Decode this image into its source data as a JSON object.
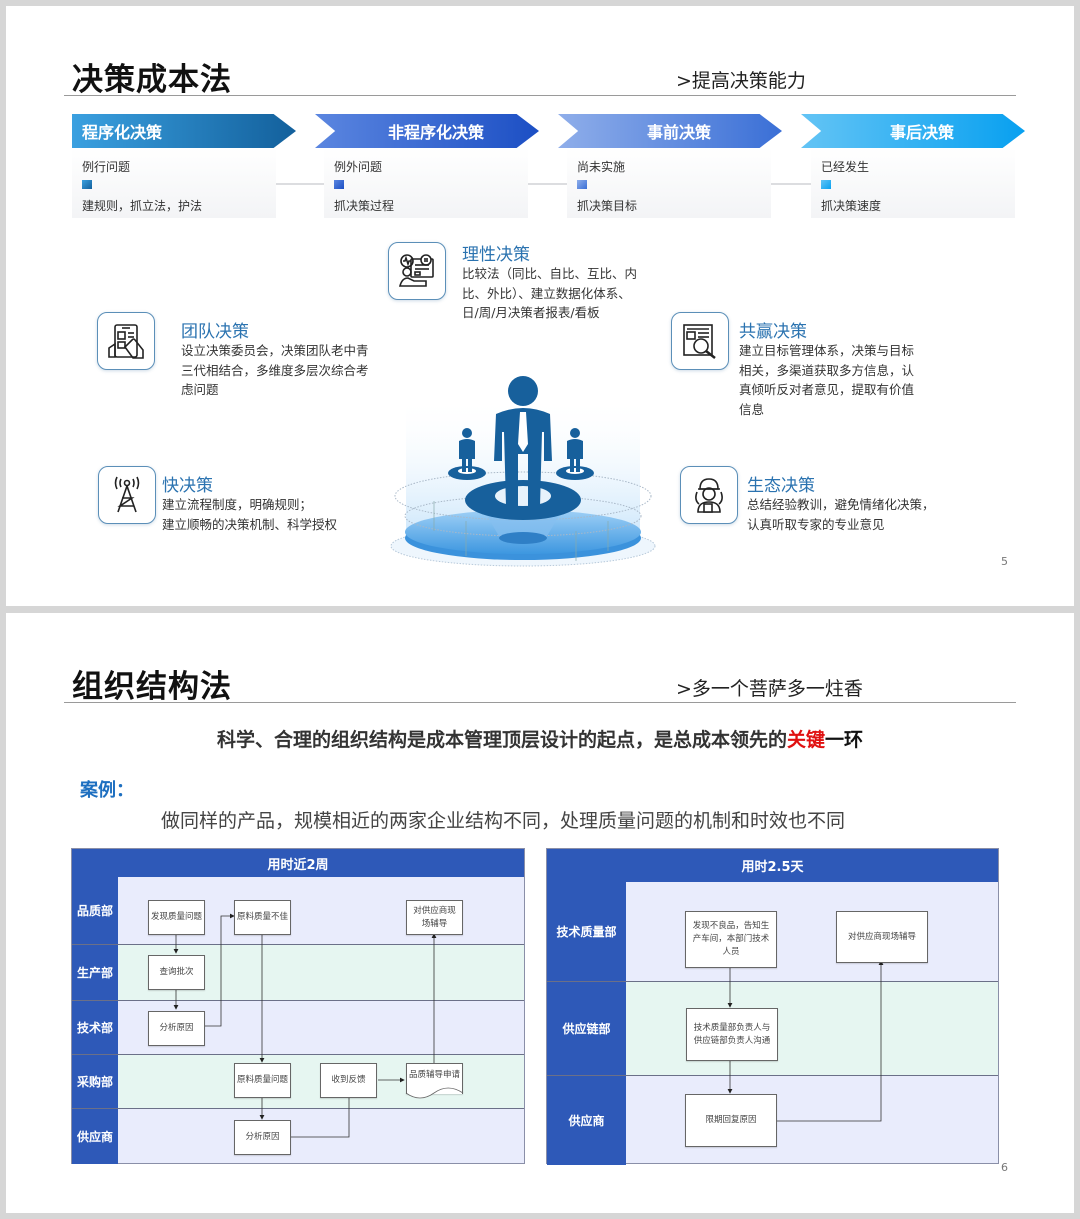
{
  "slide5": {
    "title": "决策成本法",
    "subtitle": ">提高决策能力",
    "page_number": "5",
    "categories": [
      {
        "label": "程序化决策",
        "top": "例行问题",
        "bottom": "建规则，抓立法，护法",
        "color_from": "#3aa0e0",
        "color_to": "#13609c"
      },
      {
        "label": "非程序化决策",
        "top": "例外问题",
        "bottom": "抓决策过程",
        "color_from": "#5b86e0",
        "color_to": "#1c4fc4"
      },
      {
        "label": "事前决策",
        "top": "尚未实施",
        "bottom": "抓决策目标",
        "color_from": "#8faeea",
        "color_to": "#3a6fd6"
      },
      {
        "label": "事后决策",
        "top": "已经发生",
        "bottom": "抓决策速度",
        "color_from": "#63c4f5",
        "color_to": "#08a0f0"
      }
    ],
    "features": {
      "rational": {
        "title": "理性决策",
        "icon": "data-analyst-icon",
        "text": [
          "比较法（同比、自比、互比、内",
          "比、外比）、建立数据化体系、",
          "日/周/月决策者报表/看板"
        ]
      },
      "team": {
        "title": "团队决策",
        "icon": "tablet-touch-icon",
        "text": [
          "设立决策委员会，决策团队老中青",
          "三代相结合，多维度多层次综合考",
          "虑问题"
        ]
      },
      "winwin": {
        "title": "共赢决策",
        "icon": "document-search-icon",
        "text": [
          "建立目标管理体系，决策与目标",
          "相关，多渠道获取多方信息，认",
          "真倾听反对者意见，提取有价值",
          "信息"
        ]
      },
      "fast": {
        "title": "快决策",
        "icon": "signal-tower-icon",
        "text": [
          "建立流程制度，明确规则；",
          "建立顺畅的决策机制、科学授权"
        ]
      },
      "eco": {
        "title": "生态决策",
        "icon": "expert-worker-icon",
        "text": [
          "总结经验教训，避免情绪化决策，",
          "认真听取专家的专业意见"
        ]
      }
    }
  },
  "slide6": {
    "title": "组织结构法",
    "subtitle": ">多一个菩萨多一炷香",
    "page_number": "6",
    "lead_parts": {
      "main": "科学、合理的组织结构是成本管理顶层设计的起点，是总成本领先的",
      "highlight": "关键",
      "tail": "一环"
    },
    "case_label": "案例：",
    "case_text": "做同样的产品，规模相近的两家企业结构不同，处理质量问题的机制和时效也不同",
    "flow_left": {
      "header": "用时近2周",
      "lanes": [
        "品质部",
        "生产部",
        "技术部",
        "采购部",
        "供应商"
      ],
      "boxes": {
        "find_issue": "发现质量问题",
        "bad_material": "原料质量不佳",
        "onsite_guide": "对供应商现场辅导",
        "check_batch": "查询批次",
        "analyze_tech": "分析原因",
        "material_issue": "原料质量问题",
        "feedback": "收到反馈",
        "guide_request": "品质辅导申请",
        "analyze_supplier": "分析原因"
      }
    },
    "flow_right": {
      "header": "用时2.5天",
      "lanes": [
        "技术质量部",
        "供应链部",
        "供应商"
      ],
      "boxes": {
        "find_defect": "发现不良品，告知生产车间，本部门技术人员",
        "onsite_guide": "对供应商现场辅导",
        "communicate": "技术质量部负责人与供应链部负责人沟通",
        "fix_deadline": "限期回复原因"
      }
    }
  }
}
